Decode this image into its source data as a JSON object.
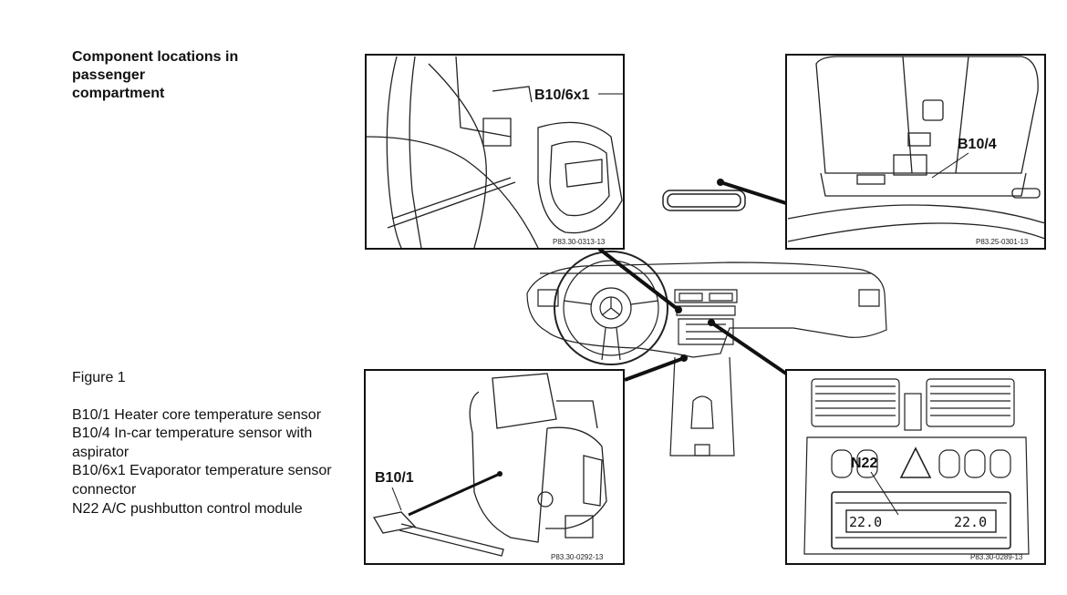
{
  "title": "Component locations in passenger compartment",
  "title_lines": [
    "Component locations in",
    "passenger",
    "compartment"
  ],
  "legend": {
    "figure": "Figure 1",
    "items": [
      "B10/1 Heater core temperature sensor",
      "B10/4 In-car temperature sensor with aspirator",
      "B10/6x1 Evaporator temperature sensor connector",
      "N22 A/C pushbutton control module"
    ]
  },
  "panels": {
    "evaporator": {
      "label": "B10/6x1",
      "code": "P83.30-0313-13"
    },
    "incar": {
      "label": "B10/4",
      "code": "P83.25-0301-13"
    },
    "heater": {
      "label": "B10/1",
      "code": "P83.30-0292-13"
    },
    "control": {
      "label": "N22",
      "code": "P83.30-0289-13",
      "display_left": "22.0",
      "display_right": "22.0"
    }
  }
}
